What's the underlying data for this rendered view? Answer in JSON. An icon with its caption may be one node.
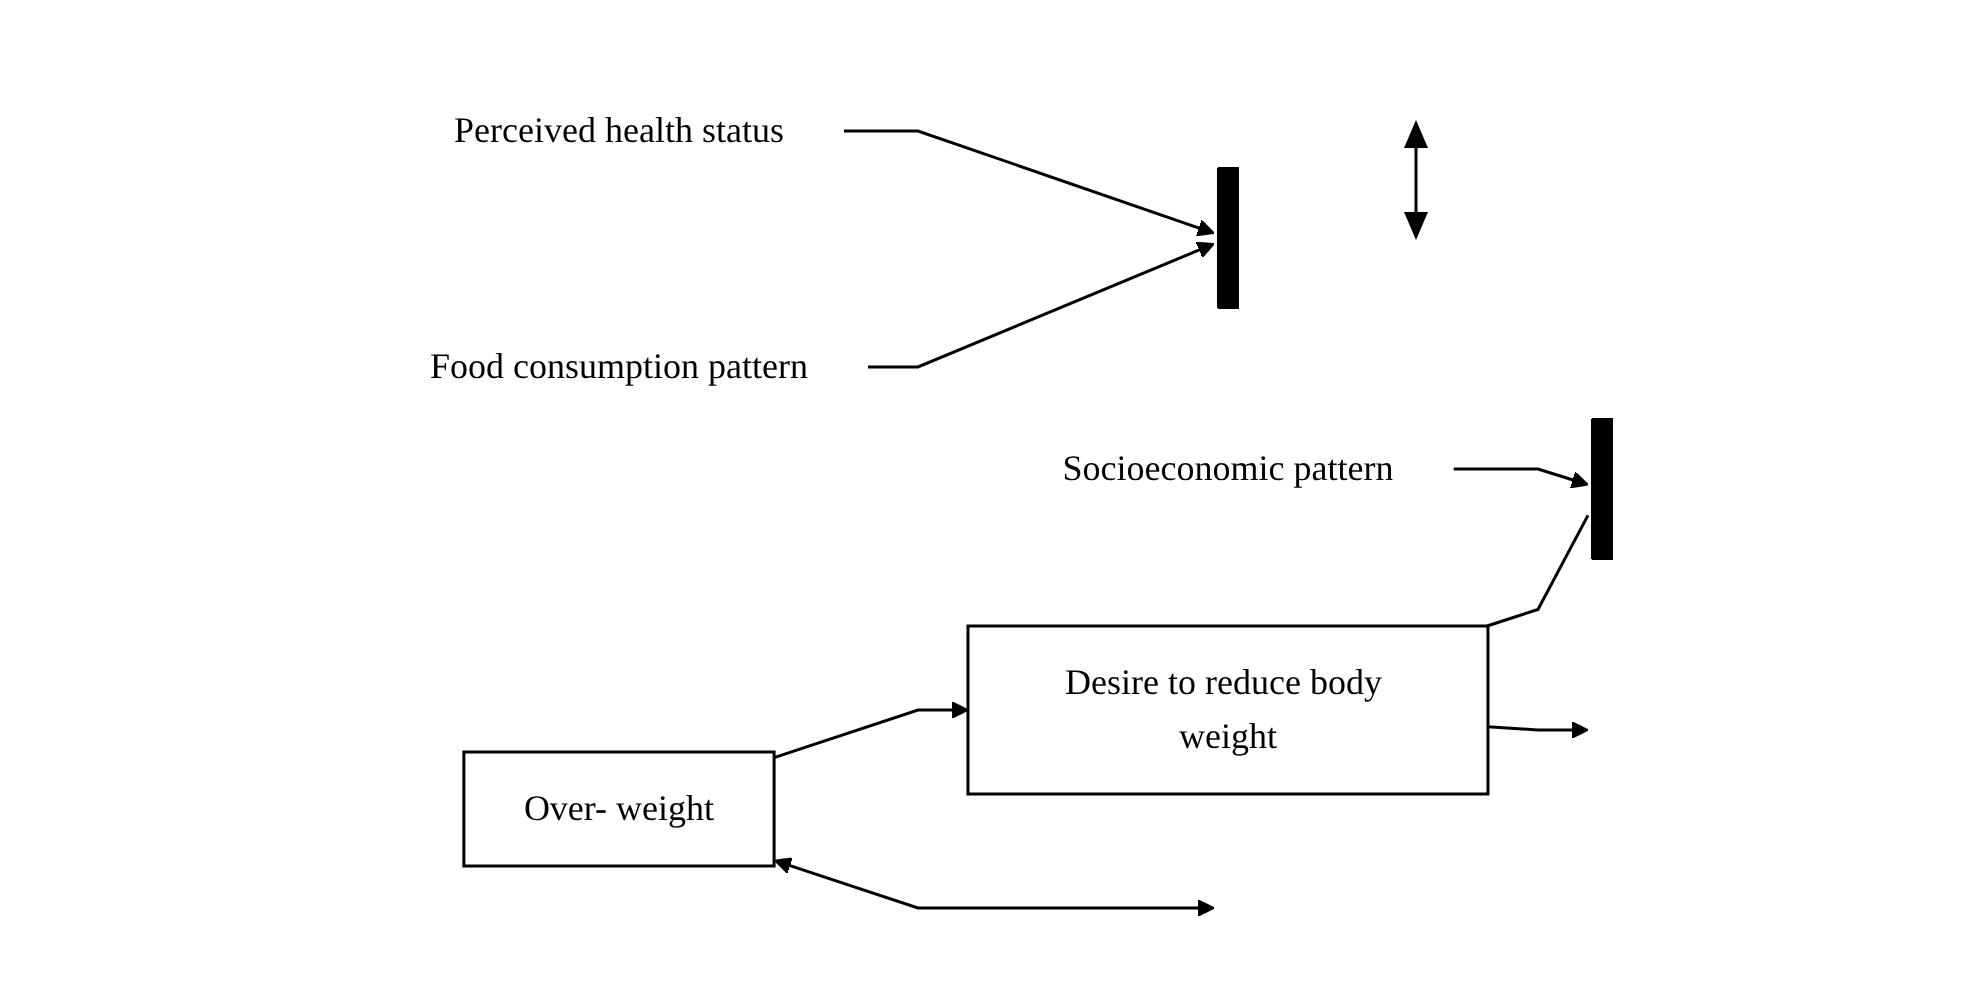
{
  "diagram": {
    "nodes": [
      {
        "text": [
          "Food consumption pattern"
        ]
      },
      {
        "text": [],
        "shape": "bar"
      },
      {
        "text": [],
        "shape": "bar"
      },
      {
        "text": [
          "Socioeconomic pattern"
        ]
      },
      {
        "text": [
          "Perceived health status"
        ]
      },
      {
        "text": [
          "Over- weight"
        ]
      },
      {
        "text": [
          "Desire to reduce body weight"
        ]
      }
    ],
    "edges": [
      {
        "from": 0,
        "to": 1,
        "arrow": "to"
      },
      {
        "from": 3,
        "to": 2,
        "arrow": "to"
      },
      {
        "from": 4,
        "to": 1,
        "arrow": "to"
      },
      {
        "from": 5,
        "to": null,
        "arrow": "both"
      },
      {
        "from": 6,
        "to": null,
        "arrow": "to"
      },
      {
        "from": 5,
        "to": 6,
        "arrow": "to"
      },
      {
        "from": 6,
        "to": 2,
        "arrow": "none"
      }
    ]
  }
}
